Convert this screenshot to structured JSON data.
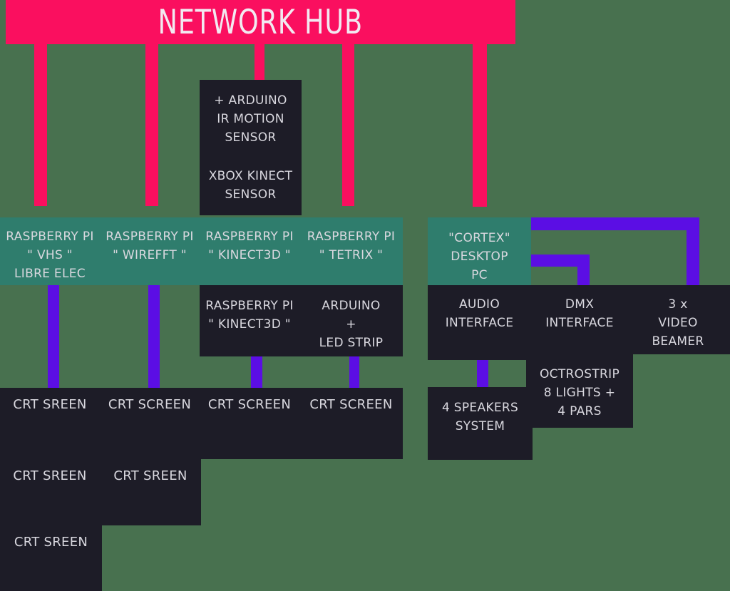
{
  "banner": {
    "title": "NETWORK HUB"
  },
  "sensor_box": {
    "line1": "+ ARDUINO",
    "line2": "IR MOTION",
    "line3": "SENSOR",
    "line4": "XBOX KINECT",
    "line5": "SENSOR"
  },
  "pi_row": {
    "vhs": {
      "l1": "RASPBERRY PI",
      "l2": "\" VHS \"",
      "l3": "LIBRE ELEC"
    },
    "wirefft": {
      "l1": "RASPBERRY PI",
      "l2": "\" WIREFFT \""
    },
    "kinect3d": {
      "l1": "RASPBERRY PI",
      "l2": "\" KINECT3D \""
    },
    "tetrix": {
      "l1": "RASPBERRY PI",
      "l2": "\" TETRIX \""
    }
  },
  "cortex": {
    "l1": "\"CORTEX\"",
    "l2": "DESKTOP",
    "l3": "PC"
  },
  "row2": {
    "kinect3d_pi": {
      "l1": "RASPBERRY PI",
      "l2": "\" KINECT3D \""
    },
    "arduino_led": {
      "l1": "ARDUINO",
      "l2": "+",
      "l3": "LED STRIP"
    }
  },
  "audio": {
    "l1": "AUDIO",
    "l2": "INTERFACE"
  },
  "dmx": {
    "l1": "DMX",
    "l2": "INTERFACE",
    "sub1": "OCTROSTRIP",
    "sub2": "8 LIGHTS +",
    "sub3": "4 PARS"
  },
  "beamer": {
    "l1": "3 x",
    "l2": "VIDEO",
    "l3": "BEAMER"
  },
  "speakers": {
    "l1": "4 SPEAKERS",
    "l2": "SYSTEM"
  },
  "crt_row1": {
    "c1": "CRT SREEN",
    "c2": "CRT SCREEN",
    "c3": "CRT SCREEN",
    "c4": "CRT SCREEN"
  },
  "crt_row2": {
    "c1": "CRT SREEN",
    "c2": "CRT SREEN"
  },
  "crt_row3": {
    "c1": "CRT SREEN"
  },
  "colors": {
    "background": "#48714F",
    "hub_pink": "#FA0F5F",
    "teal": "#2F7D6D",
    "dark_box": "#1D1C27",
    "purple": "#5B0EE4",
    "text_light": "#D9D8DF"
  }
}
